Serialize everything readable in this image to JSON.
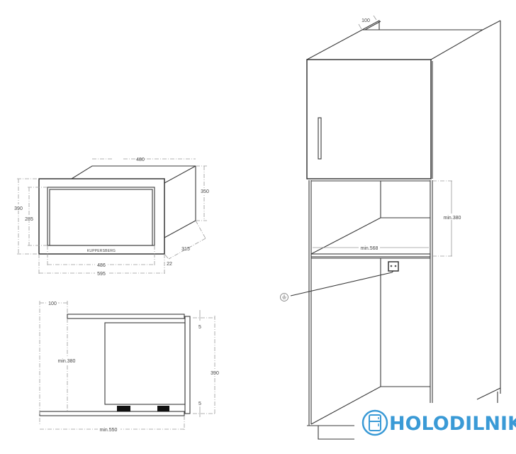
{
  "front_view": {
    "brand_label": "KUPPERSBERG",
    "dims": {
      "depth_top": "480",
      "height_total": "390",
      "height_window": "285",
      "height_body": "350",
      "depth_side": "315",
      "frame_offset": "22",
      "width_window": "486",
      "width_total": "595"
    }
  },
  "side_view": {
    "dims": {
      "rear_gap": "100",
      "niche_height": "min.380",
      "gap_top": "5",
      "gap_bottom": "5",
      "height_total": "390",
      "niche_depth": "min.550"
    }
  },
  "cabinet_view": {
    "dims": {
      "rear_gap": "100",
      "niche_height": "min.380",
      "niche_width": "min.568"
    },
    "ground_symbol": "ground-icon",
    "socket_symbol": "socket-icon"
  },
  "watermark": {
    "text": "HOLODILNIK.BY",
    "color": "#3a9ad6"
  }
}
